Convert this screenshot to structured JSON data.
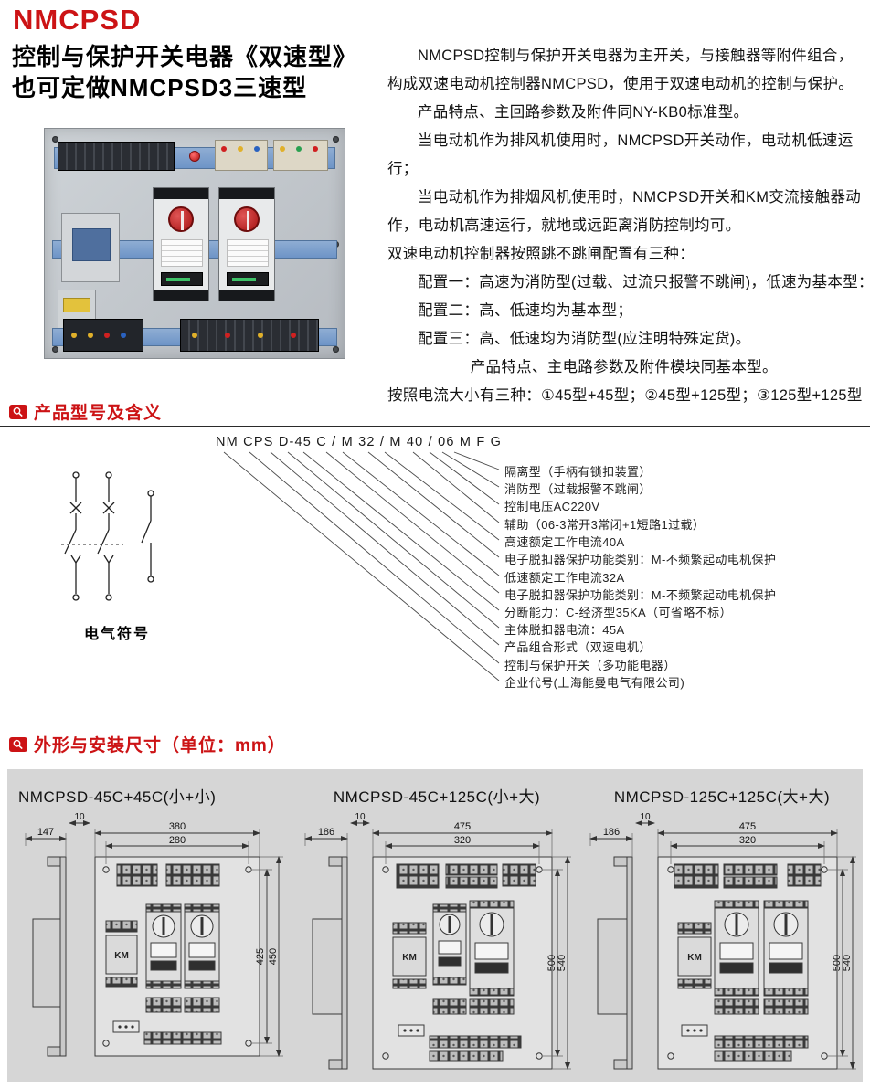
{
  "colors": {
    "brand_red": "#cc1315",
    "dims_panel_gray": "#d6d6d6",
    "photo_rail_blue": "#6d94c7"
  },
  "icons": {
    "section_marker": "magnifier-icon"
  },
  "header": {
    "title": "NMCPSD",
    "subtitle_line1": "控制与保护开关电器《双速型》",
    "subtitle_line2": "也可定做NMCPSD3三速型"
  },
  "intro": {
    "paragraphs": [
      "NMCPSD控制与保护开关电器为主开关，与接触器等附件组合，构成双速电动机控制器NMCPSD，使用于双速电动机的控制与保护。",
      "产品特点、主回路参数及附件同NY-KB0标准型。",
      "当电动机作为排风机使用时，NMCPSD开关动作，电动机低速运行；",
      "当电动机作为排烟风机使用时，NMCPSD开关和KM交流接触器动作，电动机高速运行，就地或远距离消防控制均可。",
      "双速电动机控制器按照跳不跳闸配置有三种：",
      "配置一：高速为消防型(过载、过流只报警不跳闸)，低速为基本型：",
      "配置二：高、低速均为基本型；",
      "配置三：高、低速均为消防型(应注明特殊定货)。",
      "产品特点、主电路参数及附件模块同基本型。",
      "按照电流大小有三种：①45型+45型；②45型+125型；③125型+125型"
    ]
  },
  "section_model": {
    "header": "产品型号及含义",
    "model_code": "NM CPS D-45 C / M 32 / M 40 / 06 M F G",
    "symbol_label": "电气符号",
    "callouts": [
      "隔离型（手柄有锁扣装置）",
      "消防型（过载报警不跳闸）",
      "控制电压AC220V",
      "辅助（06-3常开3常闭+1短路1过载）",
      "高速额定工作电流40A",
      "电子脱扣器保护功能类别：M-不频繁起动电机保护",
      "低速额定工作电流32A",
      "电子脱扣器保护功能类别：M-不频繁起动电机保护",
      "分断能力：C-经济型35KA（可省略不标）",
      "主体脱扣器电流：45A",
      "产品组合形式（双速电机）",
      "控制与保护开关（多功能电器）",
      "企业代号(上海能曼电气有限公司)"
    ]
  },
  "section_dims": {
    "header": "外形与安装尺寸（单位：mm）",
    "drawings": [
      {
        "title": "NMCPSD-45C+45C(小+小)",
        "km_label": "KM",
        "dims": {
          "w1": "380",
          "w2": "280",
          "side": "147",
          "gap": "10",
          "h1": "425",
          "h2": "450"
        }
      },
      {
        "title": "NMCPSD-45C+125C(小+大)",
        "km_label": "KM",
        "dims": {
          "w1": "475",
          "w2": "320",
          "side": "186",
          "gap": "10",
          "h1": "500",
          "h2": "540"
        }
      },
      {
        "title": "NMCPSD-125C+125C(大+大)",
        "km_label": "KM",
        "dims": {
          "w1": "475",
          "w2": "320",
          "side": "186",
          "gap": "10",
          "h1": "500",
          "h2": "540"
        }
      }
    ]
  }
}
